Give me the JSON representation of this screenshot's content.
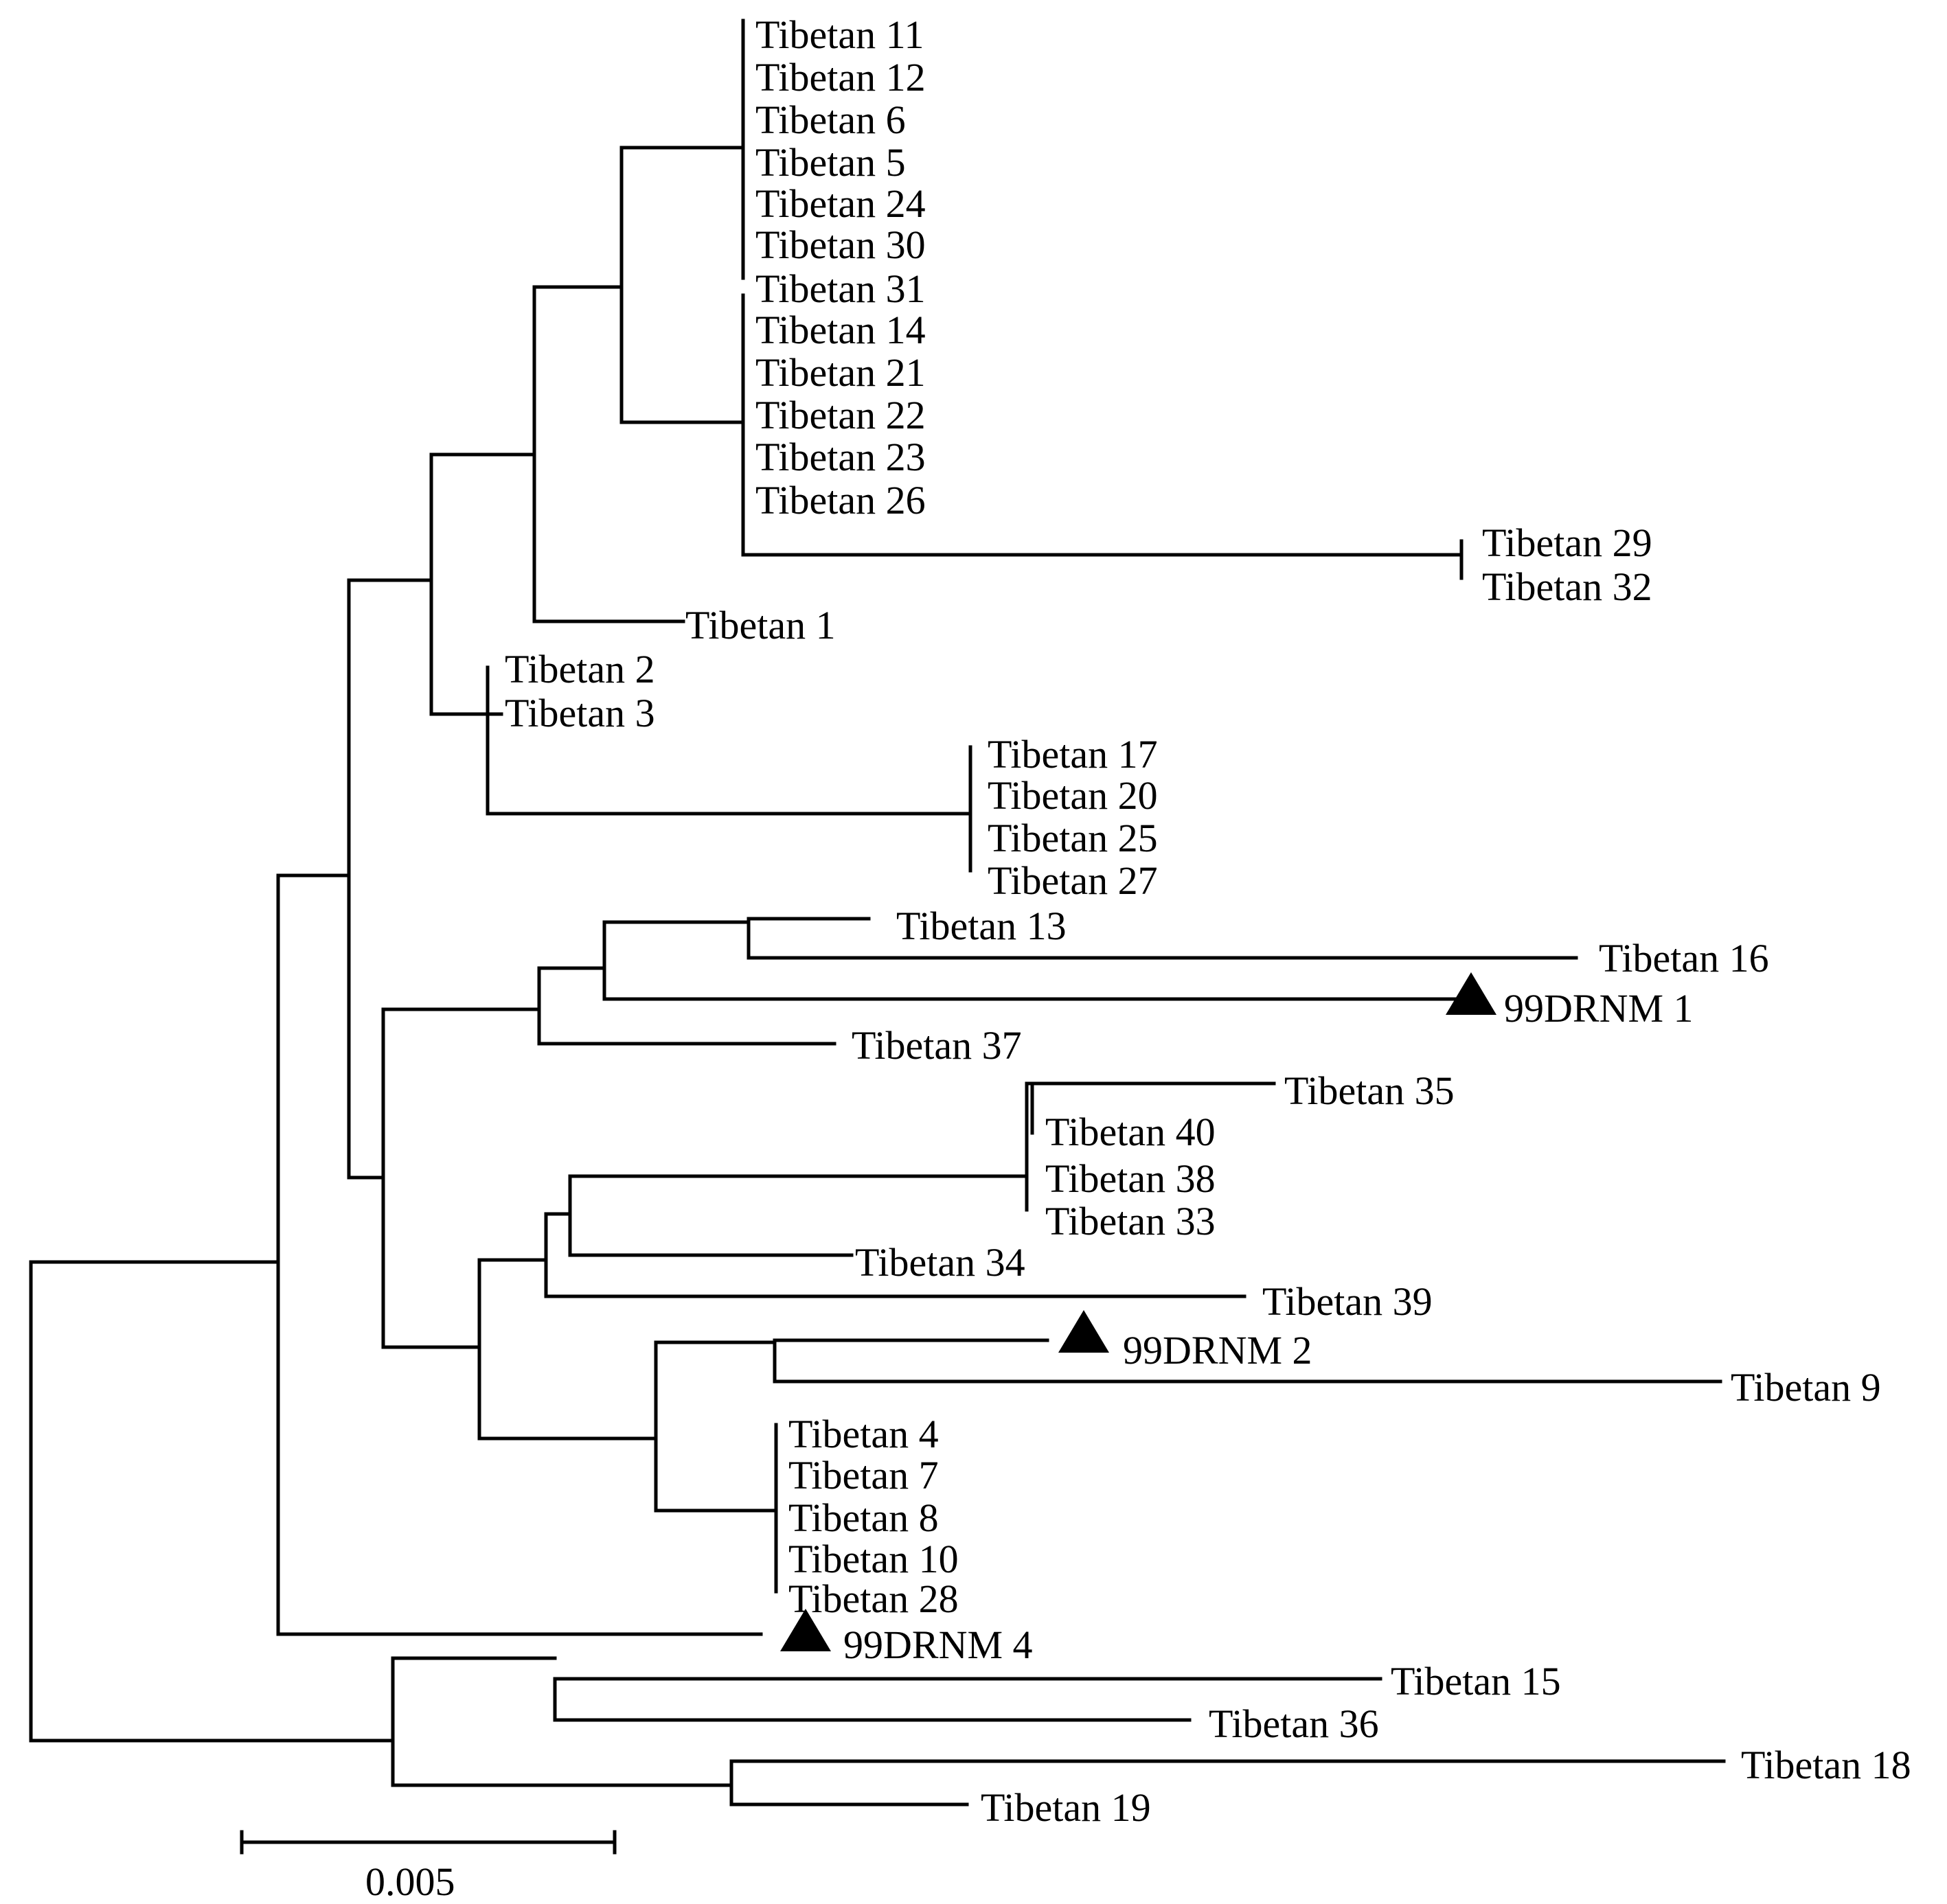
{
  "diagram": {
    "type": "phylogenetic-tree",
    "marker_color": "#000000",
    "marker_icon": "triangle-icon",
    "leaves": [
      "Tibetan 11",
      "Tibetan 12",
      "Tibetan 6",
      "Tibetan 5",
      "Tibetan 24",
      "Tibetan 30",
      "Tibetan 31",
      "Tibetan 14",
      "Tibetan 21",
      "Tibetan 22",
      "Tibetan 23",
      "Tibetan 26",
      "Tibetan 29",
      "Tibetan 32",
      "Tibetan 1",
      "Tibetan 2",
      "Tibetan 3",
      "Tibetan 17",
      "Tibetan 20",
      "Tibetan 25",
      "Tibetan 27",
      "Tibetan 13",
      "Tibetan 16",
      "99DRNM 1",
      "Tibetan 37",
      "Tibetan 35",
      "Tibetan 40",
      "Tibetan 38",
      "Tibetan 33",
      "Tibetan 34",
      "Tibetan 39",
      "99DRNM 2",
      "Tibetan 9",
      "Tibetan 4",
      "Tibetan 7",
      "Tibetan 8",
      "Tibetan 10",
      "Tibetan 28",
      "99DRNM 4",
      "Tibetan 15",
      "Tibetan 36",
      "Tibetan 18",
      "Tibetan 19"
    ],
    "marked_leaves": [
      "99DRNM 1",
      "99DRNM 2",
      "99DRNM 4"
    ],
    "scale_bar": {
      "label": "0.005",
      "value": 0.005
    }
  }
}
